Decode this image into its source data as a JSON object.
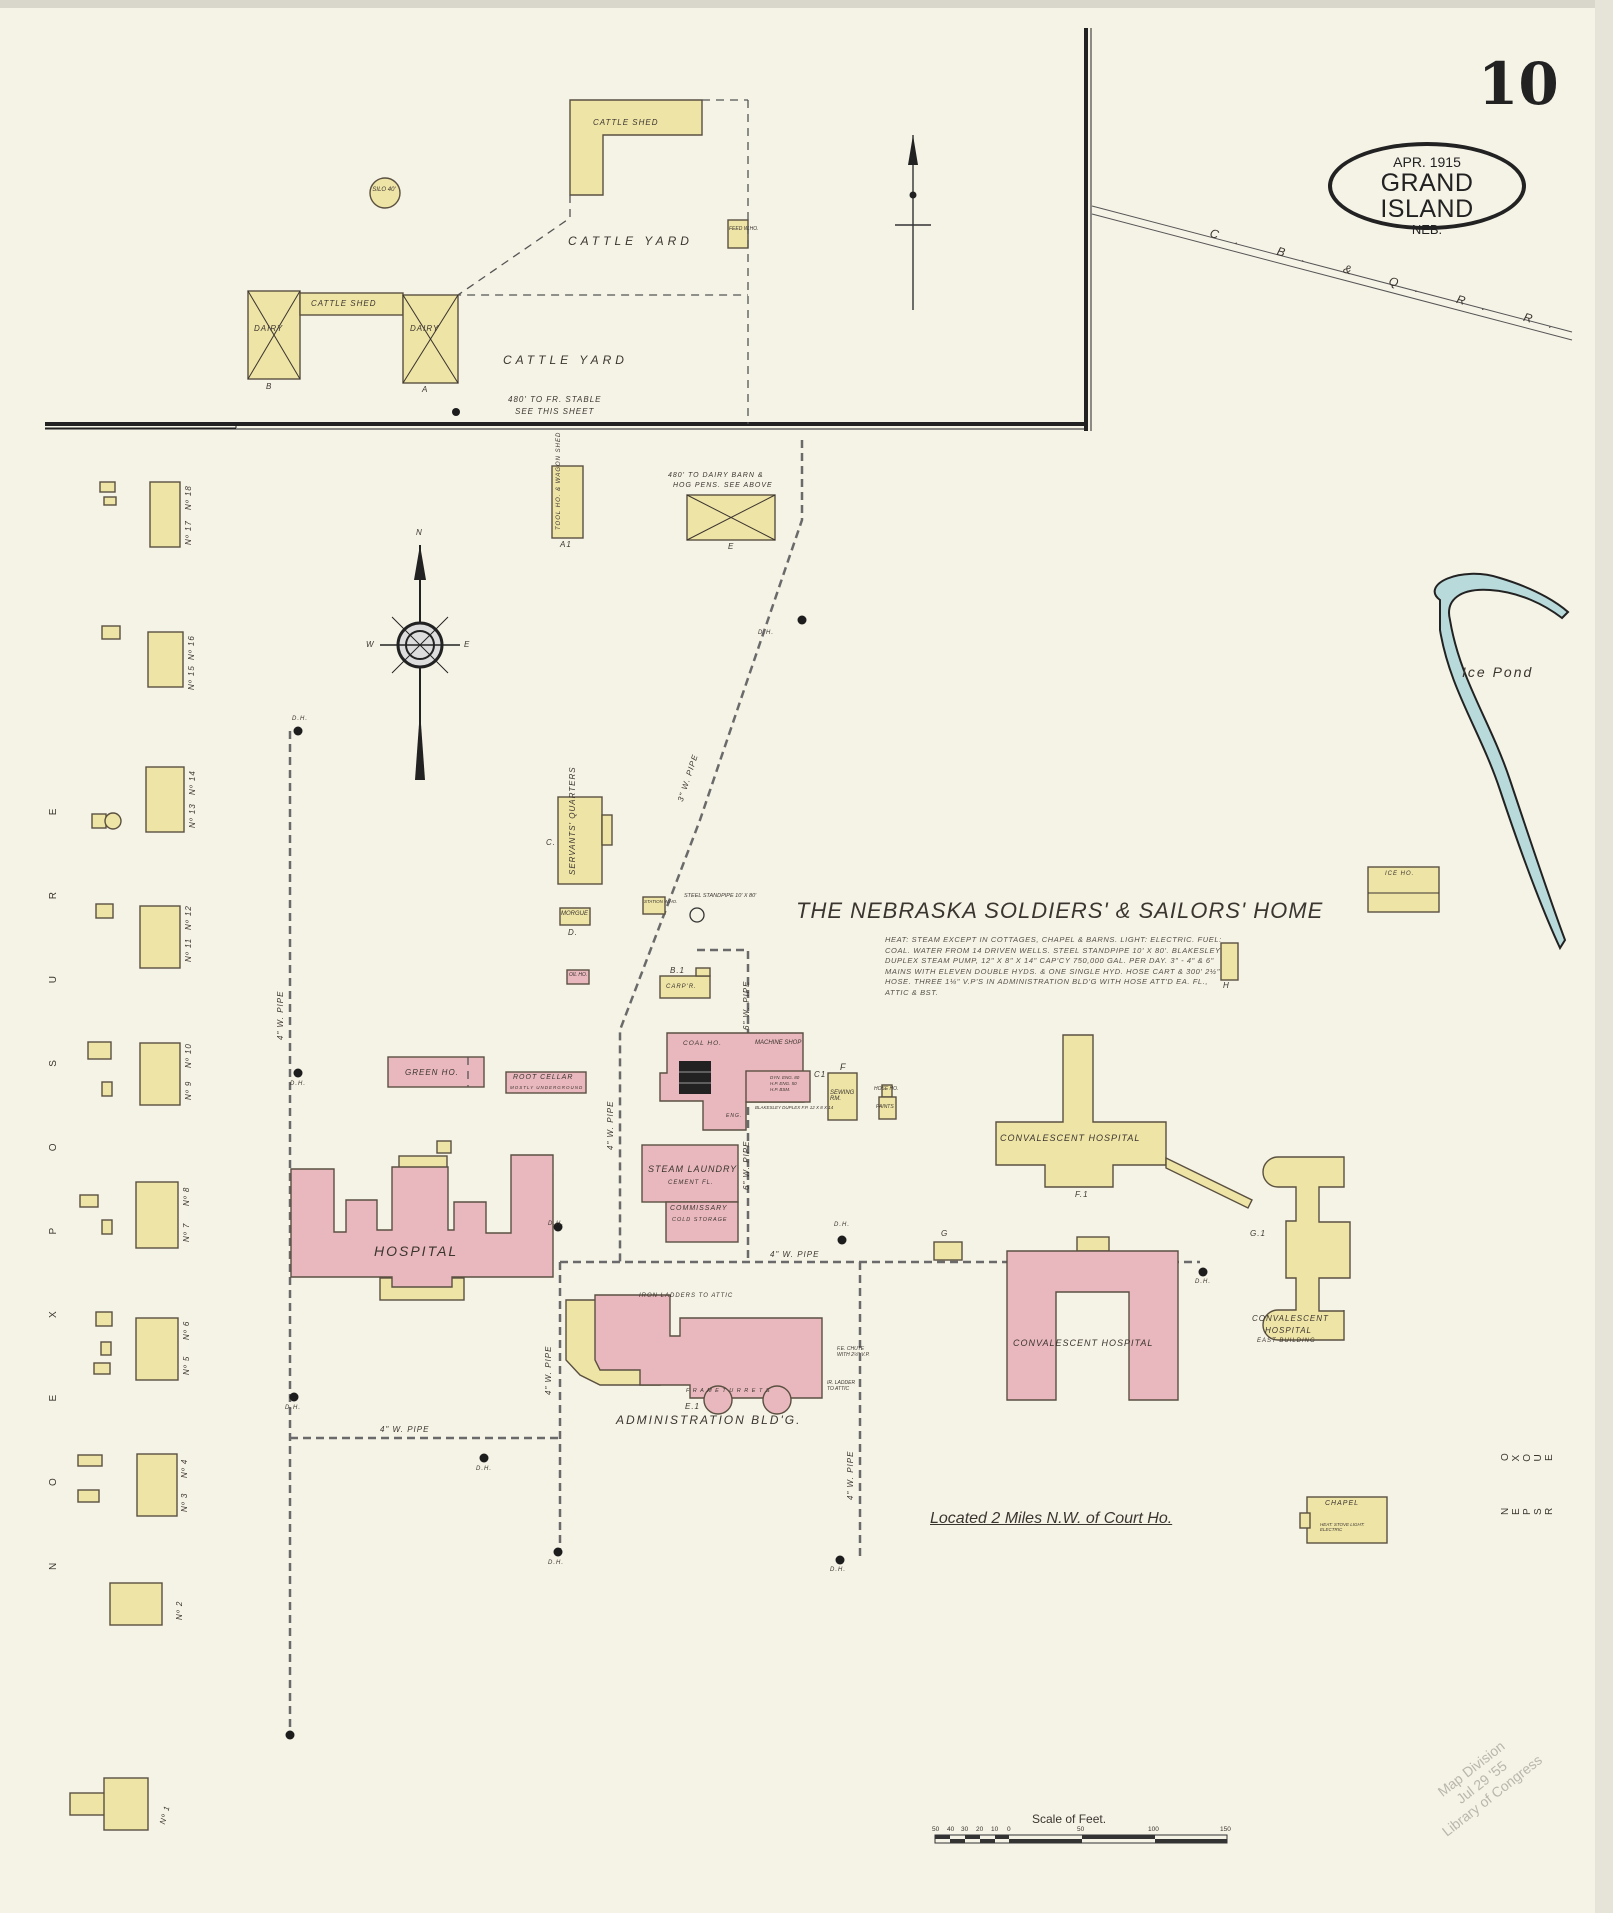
{
  "sheet": {
    "number": "10",
    "cartouche": {
      "date": "APR. 1915",
      "city": "GRAND ISLAND",
      "state": "NEB."
    }
  },
  "title": "THE NEBRASKA SOLDIERS' & SAILORS' HOME",
  "notes": "HEAT: STEAM EXCEPT IN COTTAGES, CHAPEL & BARNS. LIGHT: ELECTRIC. FUEL: COAL. WATER FROM 14 DRIVEN WELLS. STEEL STANDPIPE 10' X 80'. BLAKESLEY DUPLEX STEAM PUMP, 12\" X 8\" X 14\" CAP'CY 750,000 GAL. PER DAY. 3\" - 4\" & 6\" MAINS WITH ELEVEN DOUBLE HYDS. & ONE SINGLE HYD. HOSE CART & 300' 2½\" HOSE. THREE 1¼\" V.P'S IN ADMINISTRATION BLD'G WITH HOSE ATT'D EA. FL., ATTIC & BST.",
  "location_note": "Located 2 Miles N.W. of Court Ho.",
  "railroad": "C.  B.  &  Q.  R.  R.",
  "ice_pond": "Ice Pond",
  "exposure": {
    "left": "N O  E X P O S U R E",
    "right": "N O  E X P O S U R E"
  },
  "scale": {
    "title": "Scale of Feet.",
    "ticks": [
      "50",
      "40",
      "30",
      "20",
      "10",
      "0",
      "50",
      "100",
      "150"
    ]
  },
  "stamp": {
    "line1": "Map Division",
    "line2": "Jul 29 '55",
    "line3": "Library of Congress"
  },
  "compass": {
    "n": "N",
    "e": "E",
    "w": "W"
  },
  "north_yard": {
    "cattle_shed_top": "CATTLE SHED",
    "cattle_shed_low": "CATTLE SHED",
    "silo": "SILO 40'",
    "cattle_yard_1": "CATTLE     YARD",
    "cattle_yard_2": "CATTLE     YARD",
    "feed_wh": "FEED W.HO.",
    "dairy_b": "DAIRY",
    "dairy_a": "DAIRY",
    "label_b": "B",
    "label_a": "A",
    "stable_note_1": "480' TO FR. STABLE",
    "stable_note_2": "SEE THIS SHEET"
  },
  "buildings": {
    "tool_ho": "TOOL HO. & WAGON SHED",
    "tool_label": "A1",
    "barn_note_1": "480' TO DAIRY BARN &",
    "barn_note_2": "HOG PENS. SEE ABOVE",
    "barn_label": "E",
    "servants": "SERVANTS' QUARTERS",
    "servants_label": "C.",
    "morgue": "MORGUE",
    "morgue_label": "D.",
    "oil_ho": "OIL HO.",
    "station_wh": "STATION W.HO.",
    "standpipe": "STEEL STANDPIPE 10' X 80'",
    "carpr": "CARP'R.",
    "carpr_label": "B.1",
    "coal_ho": "COAL HO.",
    "machine_shop": "MACHINE SHOP",
    "dyn": "DYN. ENG. 80 H.P. ENG. 50 H.P. BSM.",
    "pump_note": "BLAKESLEY DUPLEX F.P. 12 X 8 X 14",
    "eng": "ENG.",
    "steam_laundry": "STEAM LAUNDRY",
    "laundry_floor": "CEMENT FL.",
    "commissary": "COMMISSARY",
    "cold_storage": "COLD STORAGE",
    "sewing": "SEWING RM.",
    "sewing_label": "F",
    "c1": "C1",
    "hose_ho": "HOSE HO.",
    "paints": "PAINTS",
    "green_ho": "GREEN HO.",
    "root_cellar": "ROOT CELLAR",
    "root_note": "MOSTLY UNDERGROUND",
    "hospital": "HOSPITAL",
    "admin": "ADMINISTRATION BLD'G.",
    "admin_note_ladders": "IRON LADDERS TO ATTIC",
    "admin_fe_chute": "F.E. CHUTE WITH 2½\" V.P.",
    "admin_ladder": "IR. LADDER TO ATTIC",
    "admin_turrets": "F R A M E   T U R R E T S",
    "admin_label": "E.1",
    "conv_west": "CONVALESCENT HOSPITAL",
    "conv_west_label": "F.1",
    "conv_main": "CONVALESCENT HOSPITAL",
    "conv_east_1": "CONVALESCENT",
    "conv_east_2": "HOSPITAL",
    "conv_east_3": "EAST BUILDING",
    "conv_east_label": "G.1",
    "ice_ho": "ICE HO.",
    "ice_ho_h": "H",
    "chapel": "CHAPEL",
    "chapel_note": "HEAT: STOVE  LIGHT: ELECTRIC",
    "g_label": "G"
  },
  "pipes": {
    "p3": "3\" W. PIPE",
    "p6a": "6\" W. PIPE",
    "p6b": "6\" W. PIPE",
    "p4a": "4\" W. PIPE",
    "p4b": "4\" W. PIPE",
    "p4c": "4\" W. PIPE",
    "p4d": "4\" W. PIPE",
    "p4e": "4\" W. PIPE",
    "p4f": "4\" W. PIPE"
  },
  "hydrants": [
    "D.H.",
    "D.H.",
    "D.H.",
    "D.H.",
    "D.H.",
    "D.H.",
    "D.H.",
    "D.H.",
    "D.H.",
    "D.H."
  ],
  "cottages": [
    "Nº 18",
    "Nº 17",
    "Nº 16",
    "Nº 15",
    "Nº 14",
    "Nº 13",
    "Nº 12",
    "Nº 11",
    "Nº 10",
    "Nº 9",
    "Nº 8",
    "Nº 7",
    "Nº 6",
    "Nº 5",
    "Nº 4",
    "Nº 3",
    "Nº 2",
    "Nº 1"
  ],
  "colors": {
    "paper": "#f5f2e6",
    "frame": "#eee4a6",
    "brick": "#e9b8be",
    "water": "#b9dadb",
    "ink": "#3b3530"
  }
}
